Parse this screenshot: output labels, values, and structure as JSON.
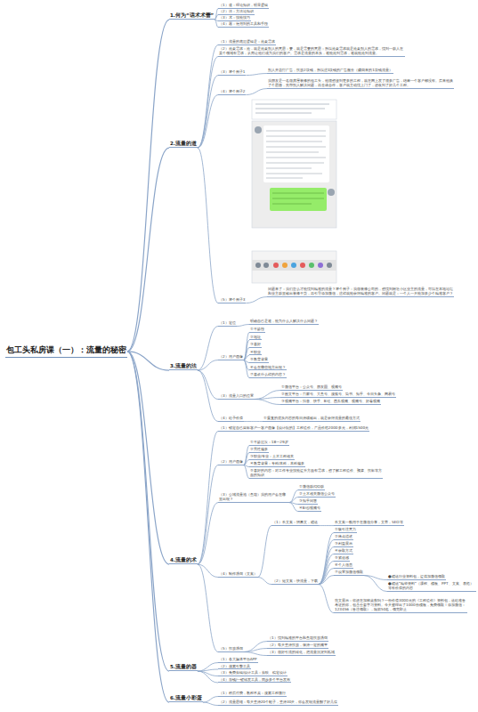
{
  "diagram": {
    "nodes": [
      {
        "text": [
          "包工头私房课（一）：流量的秘密"
        ]
      },
      {
        "text": [
          "1.何为“话术术蕾”"
        ]
      },
      {
        "text": [
          "（1）道：理论知识，明显逻辑"
        ]
      },
      {
        "text": [
          "（2）法：方法论知识"
        ]
      },
      {
        "text": [
          "（3）术：技能技巧"
        ]
      },
      {
        "text": [
          "（4）器：使用到的工具和手段"
        ]
      },
      {
        "text": [
          "2.流量的道"
        ]
      },
      {
        "text": [
          "（1）流量的底层逻辑是：抢夏需求"
        ]
      },
      {
        "text": [
          "（2）抢夏需求：抢，就是抢夏别人的意思；要，就是需要的意思；所以抢夏需求就是抢夏别人的需求，找到一群人在某个领域有需求，从而让他们成为我们的客户。需求是流量的本质，谁能抢到需求，谁就能抢到流量。"
        ]
      },
      {
        "text": [
          "（3）举个例子1"
        ]
      },
      {
        "text": [
          "别人开店打广告，投放2块钱，所以这1块钱的广告服务（赚回来的1块钱流量）"
        ]
      },
      {
        "text": [
          "（4）举个例子2"
        ]
      },
      {
        "text": [
          "我朋友是一名做房屋装修的包工头，他很想接到更多的工程，就在网上发了很多广告，结果一个客户都没有。后来他换了个思路，先帮别人解决问题，再去谈合作，客户就主动找上门了，还收到了好几个工程。"
        ]
      },
      {
        "text": [
          "（5）举个例子3"
        ]
      },
      {
        "text": [
          "问题来了：我们怎么才能找到精准的流量？举个例子：我做装修公司的，想找到附近小区业主的流量，可以在本地论坛和业主群里输出装修干货，再引导添加微信，这样就能获得精准的客户。问题就是：一个人一天能加多少个精准客户？"
        ]
      },
      {
        "text": [
          "3.流量的法"
        ]
      },
      {
        "text": [
          "（1）定位"
        ]
      },
      {
        "text": [
          "明确自己是谁，能为什么人解决什么问题？"
        ]
      },
      {
        "text": [
          "（2）用户画像"
        ]
      },
      {
        "text": [
          "①年龄段"
        ]
      },
      {
        "text": [
          "②地址"
        ]
      },
      {
        "text": [
          "③喜好"
        ]
      },
      {
        "text": [
          "④职业"
        ]
      },
      {
        "text": [
          "⑤教育背景"
        ]
      },
      {
        "text": [
          "⑥会在哪些地方出现？"
        ]
      },
      {
        "text": [
          "⑦喜欢什么样的内容？"
        ]
      },
      {
        "text": [
          "（3）流量入口的位置"
        ]
      },
      {
        "text": [
          "①微信平台：公众号、朋友圈、视频号"
        ]
      },
      {
        "text": [
          "②图文平台：百家号、大鱼号、搜狐号、简书、知乎、今日头条、网易号"
        ]
      },
      {
        "text": [
          "③视频平台：抖音、快手、B站、西瓜视频、视频号、好看视频"
        ]
      },
      {
        "text": [
          "（4）给予价值"
        ]
      },
      {
        "text": [
          "①重复的优质内容的每日持续输出，就是获得流量的最佳方式"
        ]
      },
      {
        "text": [
          "4.流量的术"
        ]
      },
      {
        "text": [
          "（1）锁定自己目标客户—客户画像【设计院的】工程造价，产品价格2000多元，利润1500元"
        ]
      },
      {
        "text": [
          "（2）用户画像"
        ]
      },
      {
        "text": [
          "①年龄层次：18—29岁"
        ]
      },
      {
        "text": [
          "②男性偏多"
        ]
      },
      {
        "text": [
          "③职业/专业：土木工程相关"
        ]
      },
      {
        "text": [
          "④教育背景：专科/本科，本科偏多"
        ]
      },
      {
        "text": [
          "⑤喜好的内容：对工作专业技能提升方面有需求，想了解工程造价、预算、投标等方面的知识"
        ]
      },
      {
        "text": [
          "（3）公域流量池（鱼塘）我的用户会在哪里出现？"
        ]
      },
      {
        "text": [
          "①微信群/QQ群"
        ]
      },
      {
        "text": [
          "②土木相关微信公众号"
        ]
      },
      {
        "text": [
          "③知乎问答"
        ]
      },
      {
        "text": [
          "④B站/视频号"
        ]
      },
      {
        "text": [
          "（4）制作诱饵（文案）"
        ]
      },
      {
        "text": [
          "（1）长文案：招募文，赠送"
        ]
      },
      {
        "text": [
          "长文案一般用于在微信分享，文章，SEO等"
        ]
      },
      {
        "text": [
          "（2）短文案：快流量，下载"
        ]
      },
      {
        "text": [
          "①吸引注意力"
        ]
      },
      {
        "text": [
          "②痛点描述"
        ]
      },
      {
        "text": [
          "③利益展示"
        ]
      },
      {
        "text": [
          "④获取方式"
        ]
      },
      {
        "text": [
          "⑤紧迫感"
        ]
      },
      {
        "text": [
          "⑥个人信息"
        ]
      },
      {
        "text": [
          "⑦设置加微信领取"
        ]
      },
      {
        "text": [
          "●赠送行业资料包，提供加微信领取"
        ]
      },
      {
        "text": [
          "●赠送“精华资料”（课程、模板、PPT、文案、表格）等有价值的内容"
        ]
      },
      {
        "text": [
          "范文展示：你还在加班熬夜吗？一份价值3000元的《工程造价》资料包，送给准备考证的你，包含全套学习资料。今天整理出了1000份模板，免费领取！添加微信：123456（备注领取），限前50名，领完即止"
        ]
      },
      {
        "text": [
          "（5）投放诱饵"
        ]
      },
      {
        "text": [
          "（1）找到精准的平台和鱼塘投放诱饵"
        ]
      },
      {
        "text": [
          "（2）每天坚持投放，保持一定的频率"
        ]
      },
      {
        "text": [
          "（3）做好引流的转化，把流量沉淀到私域"
        ]
      },
      {
        "text": [
          "5.流量的器"
        ]
      },
      {
        "text": [
          "（1）各大媒体平台APP"
        ]
      },
      {
        "text": [
          "（2）搜索引擎工具"
        ]
      },
      {
        "text": [
          "（3）免费剪辑/设计工具：剪映、稿定设计"
        ]
      },
      {
        "text": [
          "（4）存钱/一键转发工具，同步多个平台发布"
        ]
      },
      {
        "text": [
          "6.流量小彩蛋"
        ]
      },
      {
        "text": [
          "（1）稍后付费，教程不卖：搜索工程微行"
        ]
      },
      {
        "text": [
          "（2）流量思维：每天坚持20个帖子，坚持30天，你会发现流量翻了好几倍"
        ]
      }
    ],
    "edges": [
      {
        "from": 0,
        "to": 1,
        "arrow": "none"
      },
      {
        "from": 0,
        "to": 6,
        "arrow": "none"
      },
      {
        "from": 0,
        "to": 15,
        "arrow": "none"
      },
      {
        "from": 0,
        "to": 32,
        "arrow": "none"
      },
      {
        "from": 0,
        "to": 63,
        "arrow": "none"
      },
      {
        "from": 0,
        "to": 68,
        "arrow": "none"
      },
      {
        "from": 1,
        "to": 2,
        "arrow": "none"
      },
      {
        "from": 1,
        "to": 3,
        "arrow": "none"
      },
      {
        "from": 1,
        "to": 4,
        "arrow": "none"
      },
      {
        "from": 1,
        "to": 5,
        "arrow": "none"
      },
      {
        "from": 6,
        "to": 7,
        "arrow": "none"
      },
      {
        "from": 6,
        "to": 8,
        "arrow": "none"
      },
      {
        "from": 6,
        "to": 9,
        "arrow": "none"
      },
      {
        "from": 6,
        "to": 11,
        "arrow": "none"
      },
      {
        "from": 6,
        "to": 13,
        "arrow": "none"
      },
      {
        "from": 9,
        "to": 10,
        "arrow": "none"
      },
      {
        "from": 11,
        "to": 12,
        "arrow": "none"
      },
      {
        "from": 13,
        "to": 14,
        "arrow": "none"
      },
      {
        "from": 15,
        "to": 16,
        "arrow": "none"
      },
      {
        "from": 15,
        "to": 18,
        "arrow": "none"
      },
      {
        "from": 15,
        "to": 26,
        "arrow": "none"
      },
      {
        "from": 15,
        "to": 30,
        "arrow": "none"
      },
      {
        "from": 16,
        "to": 17,
        "arrow": "none"
      },
      {
        "from": 18,
        "to": 19,
        "arrow": "none"
      },
      {
        "from": 18,
        "to": 20,
        "arrow": "none"
      },
      {
        "from": 18,
        "to": 21,
        "arrow": "none"
      },
      {
        "from": 18,
        "to": 22,
        "arrow": "none"
      },
      {
        "from": 18,
        "to": 23,
        "arrow": "none"
      },
      {
        "from": 18,
        "to": 24,
        "arrow": "none"
      },
      {
        "from": 18,
        "to": 25,
        "arrow": "none"
      },
      {
        "from": 26,
        "to": 27,
        "arrow": "none"
      },
      {
        "from": 26,
        "to": 28,
        "arrow": "none"
      },
      {
        "from": 26,
        "to": 29,
        "arrow": "none"
      },
      {
        "from": 30,
        "to": 31,
        "arrow": "none"
      },
      {
        "from": 32,
        "to": 33,
        "arrow": "none"
      },
      {
        "from": 32,
        "to": 34,
        "arrow": "none"
      },
      {
        "from": 32,
        "to": 40,
        "arrow": "none"
      },
      {
        "from": 32,
        "to": 45,
        "arrow": "none"
      },
      {
        "from": 32,
        "to": 59,
        "arrow": "none"
      },
      {
        "from": 34,
        "to": 35,
        "arrow": "none"
      },
      {
        "from": 34,
        "to": 36,
        "arrow": "none"
      },
      {
        "from": 34,
        "to": 37,
        "arrow": "none"
      },
      {
        "from": 34,
        "to": 38,
        "arrow": "none"
      },
      {
        "from": 34,
        "to": 39,
        "arrow": "none"
      },
      {
        "from": 40,
        "to": 41,
        "arrow": "none"
      },
      {
        "from": 40,
        "to": 42,
        "arrow": "none"
      },
      {
        "from": 40,
        "to": 43,
        "arrow": "none"
      },
      {
        "from": 40,
        "to": 44,
        "arrow": "none"
      },
      {
        "from": 45,
        "to": 46,
        "arrow": "none"
      },
      {
        "from": 45,
        "to": 48,
        "arrow": "none"
      },
      {
        "from": 46,
        "to": 47,
        "arrow": "none"
      },
      {
        "from": 48,
        "to": 49,
        "arrow": "none"
      },
      {
        "from": 48,
        "to": 50,
        "arrow": "none"
      },
      {
        "from": 48,
        "to": 51,
        "arrow": "none"
      },
      {
        "from": 48,
        "to": 52,
        "arrow": "none"
      },
      {
        "from": 48,
        "to": 53,
        "arrow": "none"
      },
      {
        "from": 48,
        "to": 54,
        "arrow": "none"
      },
      {
        "from": 48,
        "to": 55,
        "arrow": "none"
      },
      {
        "from": 48,
        "to": 58,
        "arrow": "none"
      },
      {
        "from": 55,
        "to": 56,
        "arrow": "none"
      },
      {
        "from": 55,
        "to": 57,
        "arrow": "none"
      },
      {
        "from": 59,
        "to": 60,
        "arrow": "none"
      },
      {
        "from": 59,
        "to": 61,
        "arrow": "none"
      },
      {
        "from": 59,
        "to": 62,
        "arrow": "none"
      },
      {
        "from": 63,
        "to": 64,
        "arrow": "none"
      },
      {
        "from": 63,
        "to": 65,
        "arrow": "none"
      },
      {
        "from": 63,
        "to": 66,
        "arrow": "none"
      },
      {
        "from": 63,
        "to": 67,
        "arrow": "none"
      },
      {
        "from": 68,
        "to": 69,
        "arrow": "none"
      },
      {
        "from": 68,
        "to": 70,
        "arrow": "none"
      }
    ]
  }
}
